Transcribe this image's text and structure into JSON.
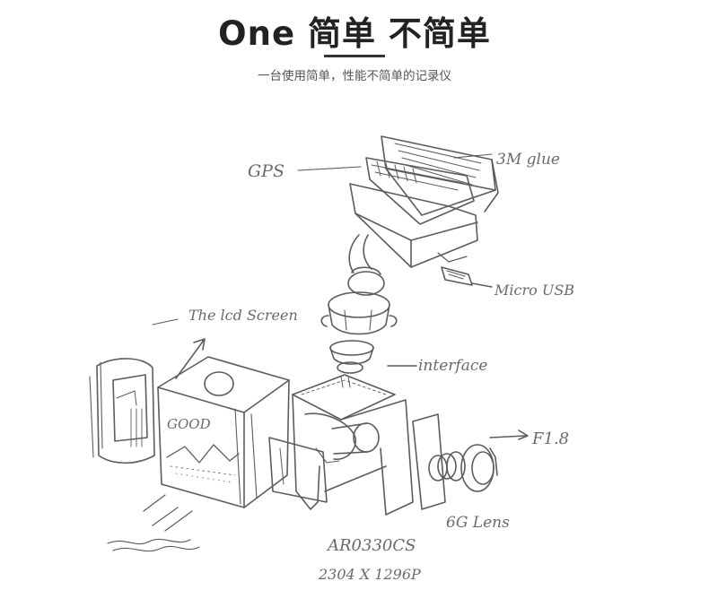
{
  "header": {
    "title": "One 简单 不简单",
    "subtitle": "一台使用简单，性能不简单的记录仪"
  },
  "sketch": {
    "labels": {
      "gps": "GPS",
      "glue": "3M glue",
      "micro_usb": "Micro USB",
      "lcd": "The lcd Screen",
      "interface": "interface",
      "aperture": "F1.8",
      "lens": "6G Lens",
      "chip": "AR0330CS",
      "resolution": "2304 X 1296P",
      "screen_text": "GOOD"
    }
  }
}
